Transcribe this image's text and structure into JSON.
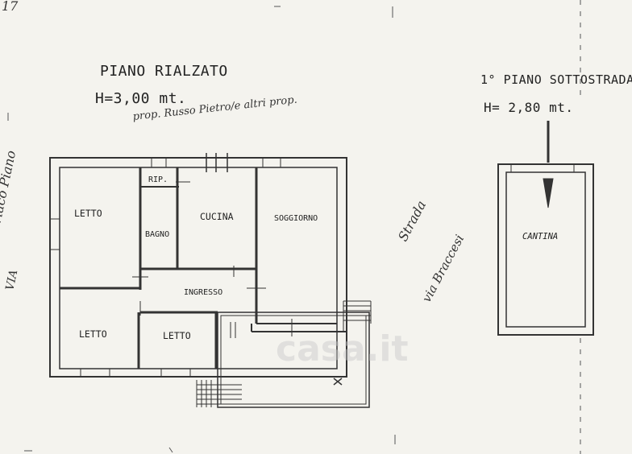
{
  "page_number": "17",
  "left_plan": {
    "title": "PIANO RIALZATO",
    "height": "H=3,00 mt.",
    "owner_note": "prop. Russo Pietro/e altri prop.",
    "rooms": {
      "letto_1": "LETTO",
      "ripostiglio": "RIP.",
      "bagno": "BAGNO",
      "cucina": "CUCINA",
      "soggiorno": "SOGGIORNO",
      "ingresso": "INGRESSO",
      "letto_2": "LETTO",
      "letto_3": "LETTO"
    },
    "street_left_1": "Strada S. Ciriaco Piano",
    "street_left_2": "VIA"
  },
  "right_plan": {
    "title": "1° PIANO SOTTOSTRADA",
    "height": "H= 2,80 mt.",
    "rooms": {
      "cantina": "CANTINA"
    },
    "street_1": "Strada",
    "street_2": "via Braccesi"
  },
  "watermark": "casa.it"
}
